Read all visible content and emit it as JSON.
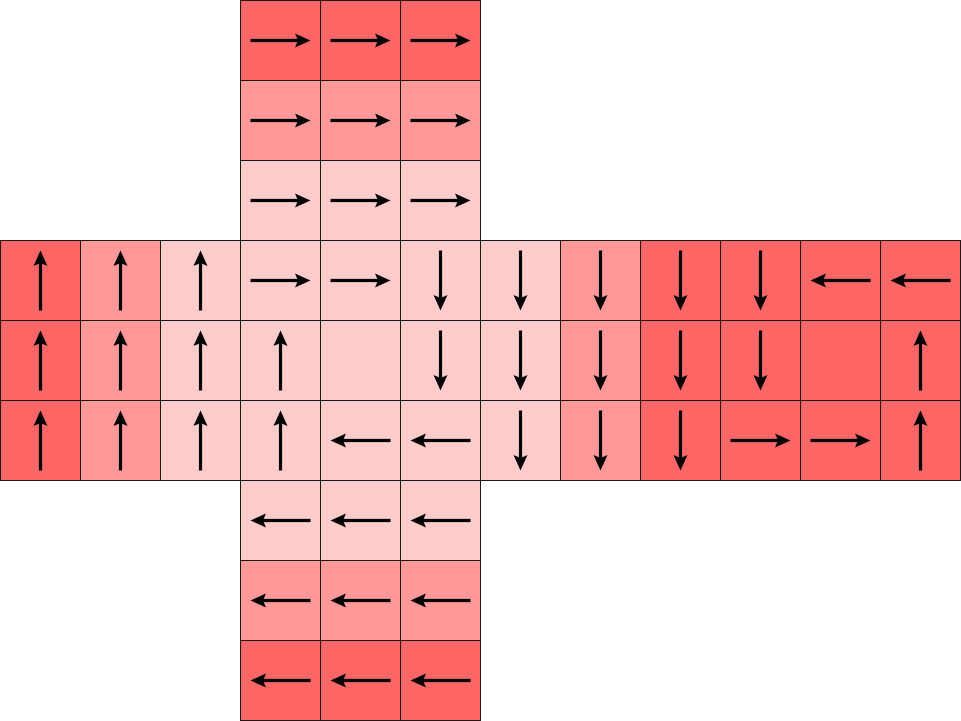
{
  "colors": {
    "dark": "#ff6666",
    "mid": "#ff9999",
    "light": "#ffcccc",
    "arrow": "#000000",
    "border": "#1a1a1a"
  },
  "faces": {
    "top": {
      "rows": [
        [
          {
            "shade": "dark",
            "dir": "right"
          },
          {
            "shade": "dark",
            "dir": "right"
          },
          {
            "shade": "dark",
            "dir": "right"
          }
        ],
        [
          {
            "shade": "mid",
            "dir": "right"
          },
          {
            "shade": "mid",
            "dir": "right"
          },
          {
            "shade": "mid",
            "dir": "right"
          }
        ],
        [
          {
            "shade": "light",
            "dir": "right"
          },
          {
            "shade": "light",
            "dir": "right"
          },
          {
            "shade": "light",
            "dir": "right"
          }
        ]
      ]
    },
    "left": {
      "rows": [
        [
          {
            "shade": "dark",
            "dir": "up"
          },
          {
            "shade": "mid",
            "dir": "up"
          },
          {
            "shade": "light",
            "dir": "up"
          }
        ],
        [
          {
            "shade": "dark",
            "dir": "up"
          },
          {
            "shade": "mid",
            "dir": "up"
          },
          {
            "shade": "light",
            "dir": "up"
          }
        ],
        [
          {
            "shade": "dark",
            "dir": "up"
          },
          {
            "shade": "mid",
            "dir": "up"
          },
          {
            "shade": "light",
            "dir": "up"
          }
        ]
      ]
    },
    "front": {
      "rows": [
        [
          {
            "shade": "light",
            "dir": "right"
          },
          {
            "shade": "light",
            "dir": "right"
          },
          {
            "shade": "light",
            "dir": "down"
          }
        ],
        [
          {
            "shade": "light",
            "dir": "up"
          },
          {
            "shade": "light",
            "dir": "none"
          },
          {
            "shade": "light",
            "dir": "down"
          }
        ],
        [
          {
            "shade": "light",
            "dir": "up"
          },
          {
            "shade": "light",
            "dir": "left"
          },
          {
            "shade": "light",
            "dir": "left"
          }
        ]
      ]
    },
    "right": {
      "rows": [
        [
          {
            "shade": "light",
            "dir": "down"
          },
          {
            "shade": "mid",
            "dir": "down"
          },
          {
            "shade": "dark",
            "dir": "down"
          }
        ],
        [
          {
            "shade": "light",
            "dir": "down"
          },
          {
            "shade": "mid",
            "dir": "down"
          },
          {
            "shade": "dark",
            "dir": "down"
          }
        ],
        [
          {
            "shade": "light",
            "dir": "down"
          },
          {
            "shade": "mid",
            "dir": "down"
          },
          {
            "shade": "dark",
            "dir": "down"
          }
        ]
      ]
    },
    "back": {
      "rows": [
        [
          {
            "shade": "dark",
            "dir": "down"
          },
          {
            "shade": "dark",
            "dir": "left"
          },
          {
            "shade": "dark",
            "dir": "left"
          }
        ],
        [
          {
            "shade": "dark",
            "dir": "down"
          },
          {
            "shade": "dark",
            "dir": "none"
          },
          {
            "shade": "dark",
            "dir": "up"
          }
        ],
        [
          {
            "shade": "dark",
            "dir": "right"
          },
          {
            "shade": "dark",
            "dir": "right"
          },
          {
            "shade": "dark",
            "dir": "up"
          }
        ]
      ]
    },
    "bottom": {
      "rows": [
        [
          {
            "shade": "light",
            "dir": "left"
          },
          {
            "shade": "light",
            "dir": "left"
          },
          {
            "shade": "light",
            "dir": "left"
          }
        ],
        [
          {
            "shade": "mid",
            "dir": "left"
          },
          {
            "shade": "mid",
            "dir": "left"
          },
          {
            "shade": "mid",
            "dir": "left"
          }
        ],
        [
          {
            "shade": "dark",
            "dir": "left"
          },
          {
            "shade": "dark",
            "dir": "left"
          },
          {
            "shade": "dark",
            "dir": "left"
          }
        ]
      ]
    }
  }
}
